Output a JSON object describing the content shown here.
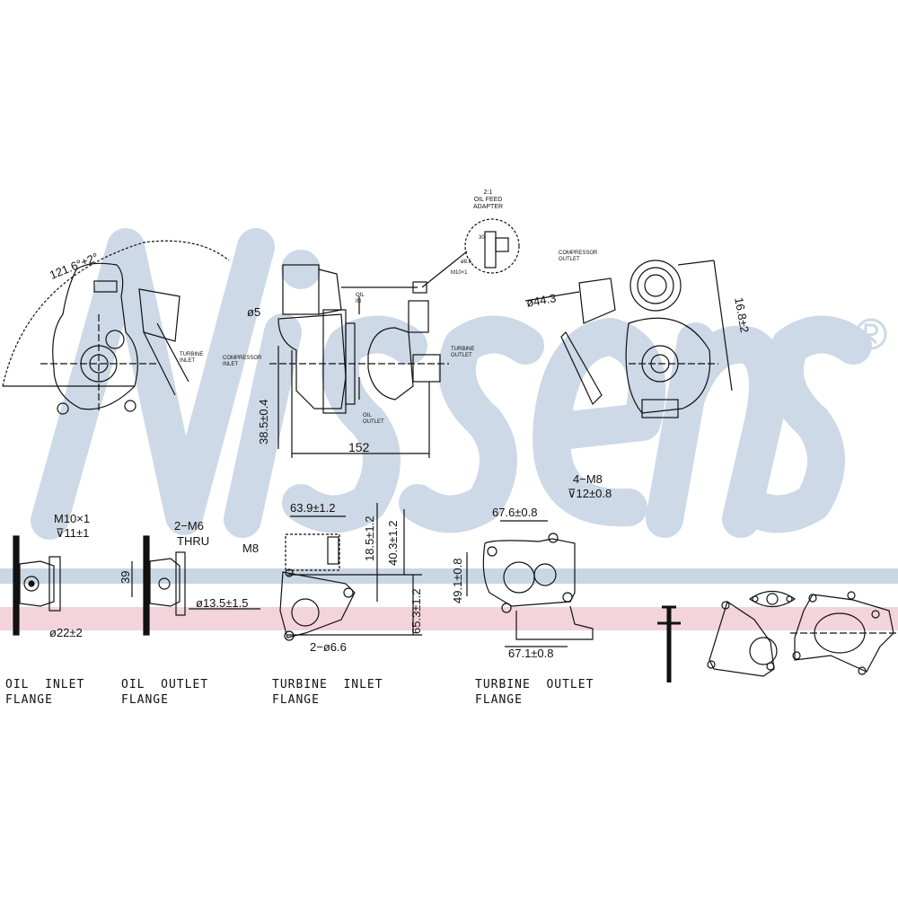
{
  "watermark": {
    "brand": "Nissens",
    "registered": "®",
    "band_colors": [
      "#c9d6e4",
      "#f3d3dc"
    ],
    "text_color": "#cdd9e6"
  },
  "views": {
    "front": {
      "dims": {
        "angle": "121.6°±2°"
      },
      "notes": {
        "turbine_inlet": "TURBINE\nINLET"
      }
    },
    "side": {
      "dims": {
        "dia": "ø5",
        "height": "38.5±0.4",
        "length": "152"
      },
      "notes": {
        "compressor_inlet": "COMPRESSOR\nINLET",
        "oil_in": "OIL\nIN",
        "oil_out": "OIL\nOUTLET",
        "turbine_outlet": "TURBINE\nOUTLET"
      }
    },
    "oil_feed": {
      "title": "2:1\nOIL FEED\nADAPTER",
      "dims": {
        "d1": "30",
        "d2": "ø8.5",
        "d3": "M10×1"
      }
    },
    "rear": {
      "dims": {
        "dia": "ø44.3",
        "height": "16.8±2"
      },
      "notes": {
        "compressor_outlet": "COMPRESSOR\nOUTLET"
      }
    }
  },
  "flanges": {
    "oil_inlet": {
      "label": "OIL  INLET\nFLANGE",
      "dims": {
        "thread": "M10×1",
        "depth": "⊽11±1",
        "dia": "ø22±2"
      }
    },
    "oil_outlet": {
      "label": "OIL  OUTLET\nFLANGE",
      "dims": {
        "bolts": "2−M6",
        "thru": "THRU",
        "spacing": "39",
        "dia": "ø13.5±1.5"
      }
    },
    "turbine_inlet": {
      "label": "TURBINE  INLET\nFLANGE",
      "dims": {
        "width": "63.9±1.2",
        "h1": "18.5±1.2",
        "h2": "40.3±1.2",
        "h3": "65.3±1.2",
        "thread": "M8",
        "holes": "2−ø6.6"
      }
    },
    "turbine_outlet": {
      "label": "TURBINE  OUTLET\nFLANGE",
      "dims": {
        "bolts": "4−M8",
        "depth": "⊽12±0.8",
        "w1": "67.6±0.8",
        "h": "49.1±0.8",
        "w2": "67.1±0.8"
      }
    }
  }
}
